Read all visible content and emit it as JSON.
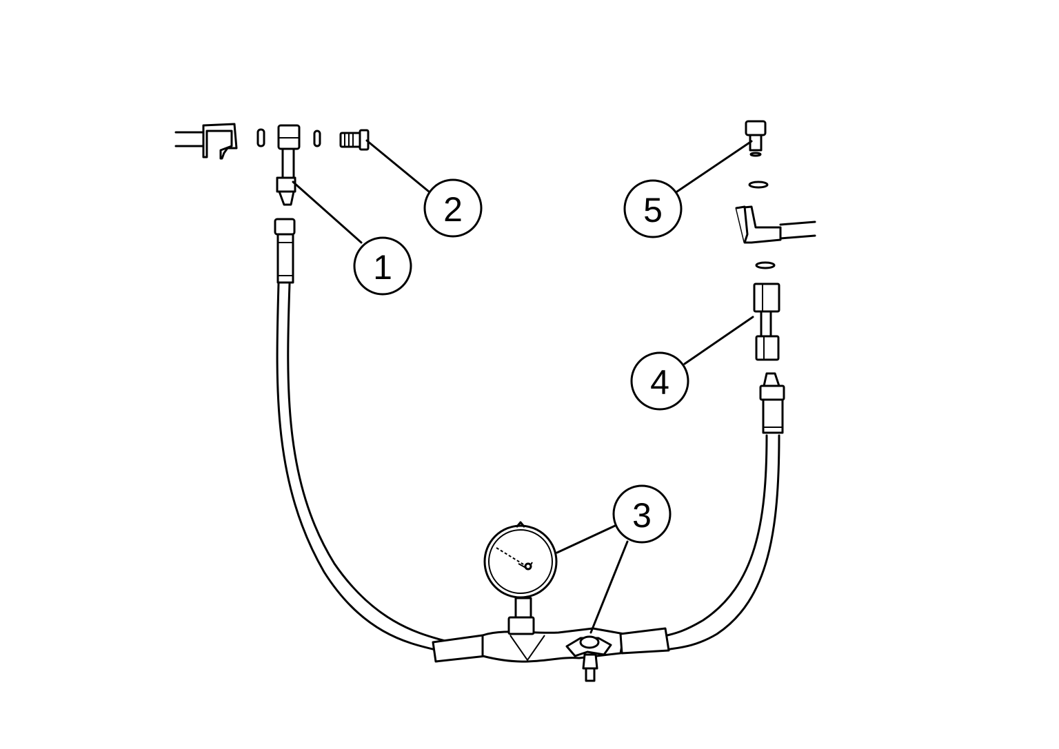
{
  "diagram": {
    "colors": {
      "stroke": "#000000",
      "background": "#ffffff"
    },
    "callouts": [
      {
        "id": "1",
        "label": "1"
      },
      {
        "id": "2",
        "label": "2"
      },
      {
        "id": "3",
        "label": "3"
      },
      {
        "id": "4",
        "label": "4"
      },
      {
        "id": "5",
        "label": "5"
      }
    ]
  }
}
